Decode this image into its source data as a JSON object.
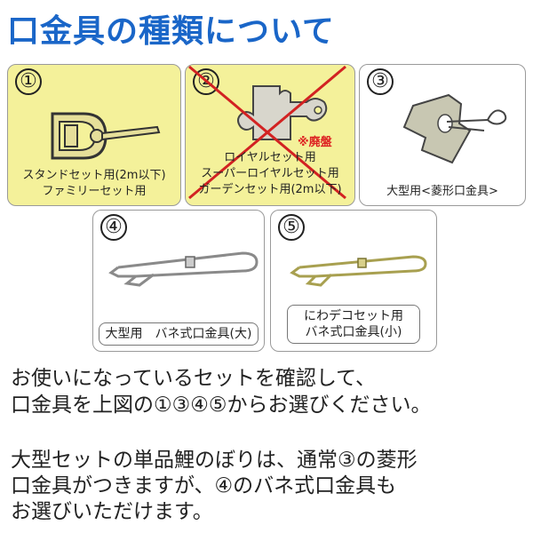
{
  "title": "口金具の種類について",
  "cards": [
    {
      "number": "①",
      "caption_lines": [
        "スタンドセット用(2m以下)",
        "ファミリーセット用"
      ],
      "icon": "d-ring-hardware-icon",
      "color": "#f4f19a"
    },
    {
      "number": "②",
      "note": "※廃盤",
      "caption_lines": [
        "ロイヤルセット用",
        "スーパーロイヤルセット用",
        "ガーデンセット用(2m以下)"
      ],
      "icon": "puzzle-plate-hardware-icon",
      "color": "#f4f19a",
      "discontinued": true
    },
    {
      "number": "③",
      "caption_lines": [
        "大型用<菱形口金具>"
      ],
      "icon": "diamond-plate-hardware-icon",
      "color": "#ffffff"
    },
    {
      "number": "④",
      "caption_lines": [
        "大型用　バネ式口金具(大)"
      ],
      "icon": "safety-pin-silver-icon",
      "color": "#ffffff"
    },
    {
      "number": "⑤",
      "caption_lines": [
        "にわデコセット用",
        "バネ式口金具(小)"
      ],
      "icon": "safety-pin-gold-icon",
      "color": "#ffffff"
    }
  ],
  "paragraph1": [
    "お使いになっているセットを確認して、",
    "口金具を上図の①③④⑤からお選びください。"
  ],
  "paragraph2": [
    "大型セットの単品鯉のぼりは、通常③の菱形",
    "口金具がつきますが、④のバネ式口金具も",
    "お選びいただけます。"
  ],
  "colors": {
    "title": "#1a66c8",
    "cross": "#d22222",
    "note": "#d22222"
  }
}
